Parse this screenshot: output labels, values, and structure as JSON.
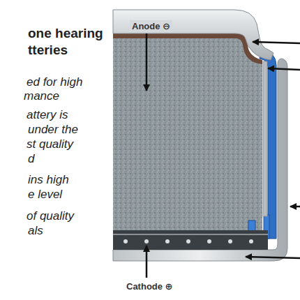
{
  "diagram": {
    "title": "one hearing tteries",
    "labels": [
      "ed for high",
      "mance",
      "attery is",
      "under the",
      "st quality",
      "d",
      "ins high",
      "e level",
      "of quality",
      "als",
      "Anode ⊖",
      "Cathode ⊕"
    ]
  }
}
